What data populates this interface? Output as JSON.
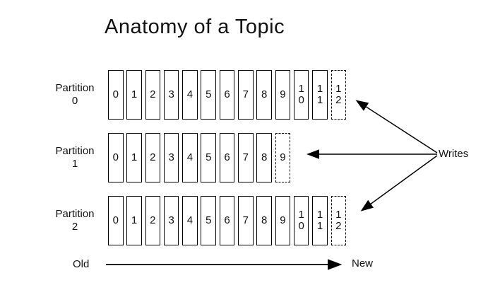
{
  "title": "Anatomy of a Topic",
  "writes_label": "Writes",
  "old_label": "Old",
  "new_label": "New",
  "colors": {
    "line": "#000000",
    "text": "#111111",
    "background": "#ffffff"
  },
  "partitions": [
    {
      "name_line1": "Partition",
      "name_line2": "0",
      "cells": [
        {
          "t": "0",
          "dashed": false
        },
        {
          "t": "1",
          "dashed": false
        },
        {
          "t": "2",
          "dashed": false
        },
        {
          "t": "3",
          "dashed": false
        },
        {
          "t": "4",
          "dashed": false
        },
        {
          "t": "5",
          "dashed": false
        },
        {
          "t": "6",
          "dashed": false
        },
        {
          "t": "7",
          "dashed": false
        },
        {
          "t": "8",
          "dashed": false
        },
        {
          "t": "9",
          "dashed": false
        },
        {
          "t": "1\n0",
          "dashed": false
        },
        {
          "t": "1\n1",
          "dashed": false
        },
        {
          "t": "1\n2",
          "dashed": true
        }
      ]
    },
    {
      "name_line1": "Partition",
      "name_line2": "1",
      "cells": [
        {
          "t": "0",
          "dashed": false
        },
        {
          "t": "1",
          "dashed": false
        },
        {
          "t": "2",
          "dashed": false
        },
        {
          "t": "3",
          "dashed": false
        },
        {
          "t": "4",
          "dashed": false
        },
        {
          "t": "5",
          "dashed": false
        },
        {
          "t": "6",
          "dashed": false
        },
        {
          "t": "7",
          "dashed": false
        },
        {
          "t": "8",
          "dashed": false
        },
        {
          "t": "9",
          "dashed": true
        }
      ]
    },
    {
      "name_line1": "Partition",
      "name_line2": "2",
      "cells": [
        {
          "t": "0",
          "dashed": false
        },
        {
          "t": "1",
          "dashed": false
        },
        {
          "t": "2",
          "dashed": false
        },
        {
          "t": "3",
          "dashed": false
        },
        {
          "t": "4",
          "dashed": false
        },
        {
          "t": "5",
          "dashed": false
        },
        {
          "t": "6",
          "dashed": false
        },
        {
          "t": "7",
          "dashed": false
        },
        {
          "t": "8",
          "dashed": false
        },
        {
          "t": "9",
          "dashed": false
        },
        {
          "t": "1\n0",
          "dashed": false
        },
        {
          "t": "1\n1",
          "dashed": false
        },
        {
          "t": "1\n2",
          "dashed": true
        }
      ]
    }
  ]
}
